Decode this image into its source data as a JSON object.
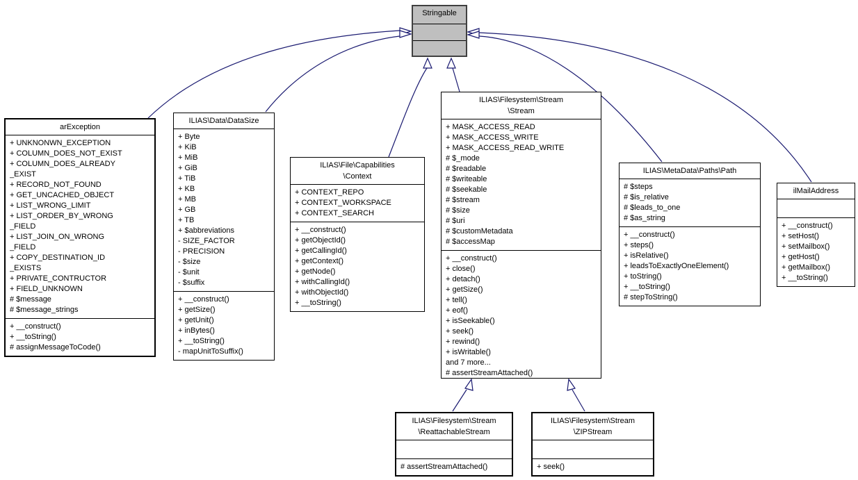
{
  "diagram": {
    "kind": "uml-inheritance-diagram",
    "root_class": "Stringable",
    "colors": {
      "edge": "#191970",
      "root_fill": "#bfbfbf",
      "node_fill": "#ffffff",
      "node_border": "#000000"
    },
    "relations": [
      {
        "child": "arException",
        "parent": "Stringable"
      },
      {
        "child": "ILIAS\\Data\\DataSize",
        "parent": "Stringable"
      },
      {
        "child": "ILIAS\\File\\Capabilities\\Context",
        "parent": "Stringable"
      },
      {
        "child": "ILIAS\\Filesystem\\Stream\\Stream",
        "parent": "Stringable"
      },
      {
        "child": "ILIAS\\MetaData\\Paths\\Path",
        "parent": "Stringable"
      },
      {
        "child": "ilMailAddress",
        "parent": "Stringable"
      },
      {
        "child": "ILIAS\\Filesystem\\Stream\\ReattachableStream",
        "parent": "ILIAS\\Filesystem\\Stream\\Stream"
      },
      {
        "child": "ILIAS\\Filesystem\\Stream\\ZIPStream",
        "parent": "ILIAS\\Filesystem\\Stream\\Stream"
      }
    ]
  },
  "classes": {
    "stringable": {
      "title": "Stringable",
      "attrs": [],
      "methods": []
    },
    "arexception": {
      "title": "arException",
      "attrs": [
        "+ UNKNONWN_EXCEPTION",
        "+ COLUMN_DOES_NOT_EXIST",
        "+ COLUMN_DOES_ALREADY",
        "_EXIST",
        "+ RECORD_NOT_FOUND",
        "+ GET_UNCACHED_OBJECT",
        "+ LIST_WRONG_LIMIT",
        "+ LIST_ORDER_BY_WRONG",
        "_FIELD",
        "+ LIST_JOIN_ON_WRONG",
        "_FIELD",
        "+ COPY_DESTINATION_ID",
        "_EXISTS",
        "+ PRIVATE_CONTRUCTOR",
        "+ FIELD_UNKNOWN",
        "# $message",
        "# $message_strings"
      ],
      "methods": [
        "+ __construct()",
        "+ __toString()",
        "# assignMessageToCode()"
      ]
    },
    "datasize": {
      "title": "ILIAS\\Data\\DataSize",
      "attrs": [
        "+ Byte",
        "+ KiB",
        "+ MiB",
        "+ GiB",
        "+ TiB",
        "+ KB",
        "+ MB",
        "+ GB",
        "+ TB",
        "+ $abbreviations",
        "- SIZE_FACTOR",
        "- PRECISION",
        "- $size",
        "- $unit",
        "- $suffix"
      ],
      "methods": [
        "+ __construct()",
        "+ getSize()",
        "+ getUnit()",
        "+ inBytes()",
        "+ __toString()",
        "- mapUnitToSuffix()"
      ]
    },
    "context": {
      "title_lines": [
        "ILIAS\\File\\Capabilities",
        "\\Context"
      ],
      "attrs": [
        "+ CONTEXT_REPO",
        "+ CONTEXT_WORKSPACE",
        "+ CONTEXT_SEARCH"
      ],
      "methods": [
        "+ __construct()",
        "+ getObjectId()",
        "+ getCallingId()",
        "+ getContext()",
        "+ getNode()",
        "+ withCallingId()",
        "+ withObjectId()",
        "+ __toString()"
      ]
    },
    "stream": {
      "title_lines": [
        "ILIAS\\Filesystem\\Stream",
        "\\Stream"
      ],
      "attrs": [
        "+ MASK_ACCESS_READ",
        "+ MASK_ACCESS_WRITE",
        "+ MASK_ACCESS_READ_WRITE",
        "# $_mode",
        "# $readable",
        "# $writeable",
        "# $seekable",
        "# $stream",
        "# $size",
        "# $uri",
        "# $customMetadata",
        "# $accessMap"
      ],
      "methods": [
        "+ __construct()",
        "+ close()",
        "+ detach()",
        "+ getSize()",
        "+ tell()",
        "+ eof()",
        "+ isSeekable()",
        "+ seek()",
        "+ rewind()",
        "+ isWritable()",
        "and 7 more...",
        "# assertStreamAttached()"
      ]
    },
    "path": {
      "title": "ILIAS\\MetaData\\Paths\\Path",
      "attrs": [
        "# $steps",
        "# $is_relative",
        "# $leads_to_one",
        "# $as_string"
      ],
      "methods": [
        "+ __construct()",
        "+ steps()",
        "+ isRelative()",
        "+ leadsToExactlyOneElement()",
        "+ toString()",
        "+ __toString()",
        "# stepToString()"
      ]
    },
    "mail": {
      "title": "ilMailAddress",
      "attrs": [],
      "methods": [
        "+ __construct()",
        "+ setHost()",
        "+ setMailbox()",
        "+ getHost()",
        "+ getMailbox()",
        "+ __toString()"
      ]
    },
    "reattachable": {
      "title_lines": [
        "ILIAS\\Filesystem\\Stream",
        "\\ReattachableStream"
      ],
      "attrs": [],
      "methods": [
        "# assertStreamAttached()"
      ]
    },
    "zip": {
      "title_lines": [
        "ILIAS\\Filesystem\\Stream",
        "\\ZIPStream"
      ],
      "attrs": [],
      "methods": [
        "+ seek()"
      ]
    }
  }
}
